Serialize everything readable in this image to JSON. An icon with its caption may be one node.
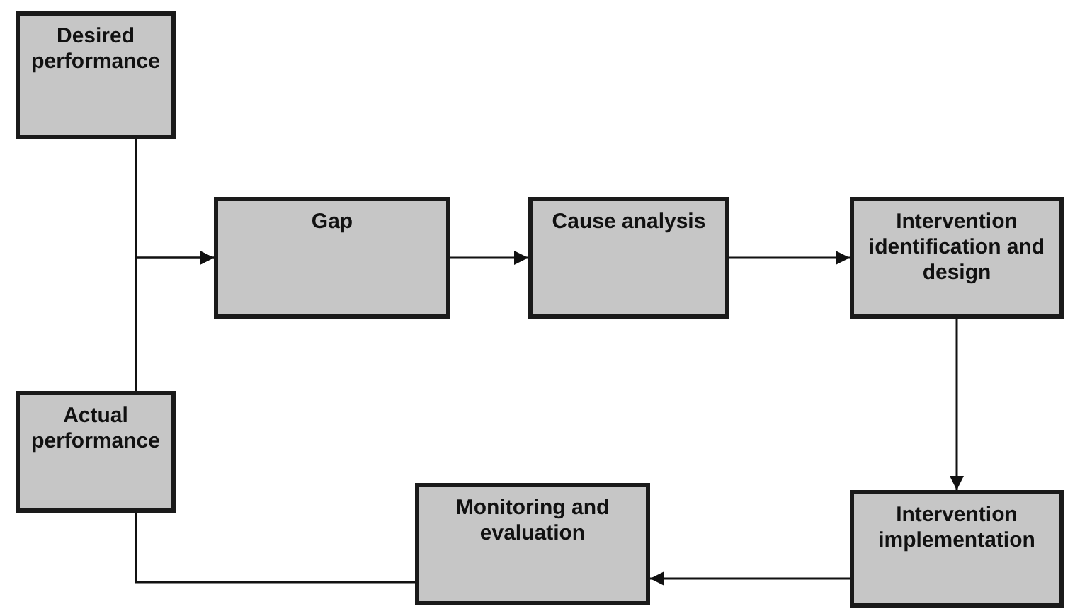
{
  "diagram": {
    "nodes": [
      {
        "text": [
          "Desired performance"
        ]
      },
      {
        "text": [
          "Gap"
        ]
      },
      {
        "text": [
          "Cause analysis"
        ]
      },
      {
        "text": [
          "Intervention identification and design"
        ]
      },
      {
        "text": [
          "Actual performance"
        ]
      },
      {
        "text": [
          "Monitoring and evaluation"
        ]
      },
      {
        "text": [
          "Intervention implementation"
        ]
      }
    ],
    "edges": [
      {
        "from": 0,
        "to": 1,
        "arrow": "to"
      },
      {
        "from": 4,
        "to": 1,
        "arrow": "to"
      },
      {
        "from": 1,
        "to": 2,
        "arrow": "to"
      },
      {
        "from": 2,
        "to": 3,
        "arrow": "to"
      },
      {
        "from": 3,
        "to": 6,
        "arrow": "to"
      },
      {
        "from": 6,
        "to": 5,
        "arrow": "to"
      },
      {
        "from": 5,
        "to": 4,
        "arrow": "none"
      }
    ]
  }
}
